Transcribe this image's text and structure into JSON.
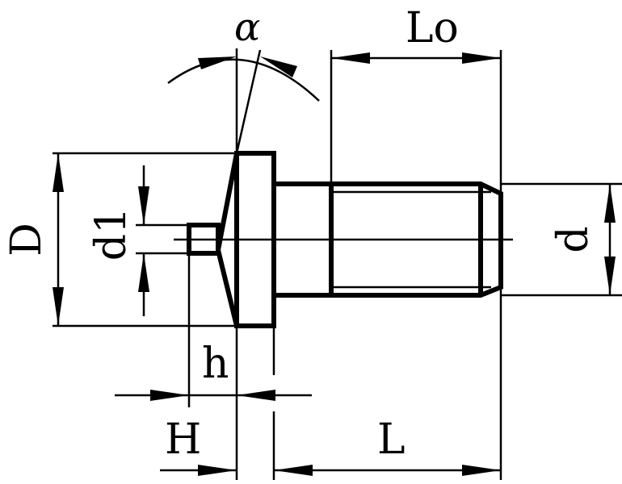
{
  "drawing": {
    "labels": {
      "alpha": "α",
      "L0": "Lo",
      "D": "D",
      "d1": "d1",
      "d": "d",
      "h": "h",
      "H": "H",
      "L": "L"
    },
    "line_color": "#000000",
    "background_color": "#ffffff"
  }
}
